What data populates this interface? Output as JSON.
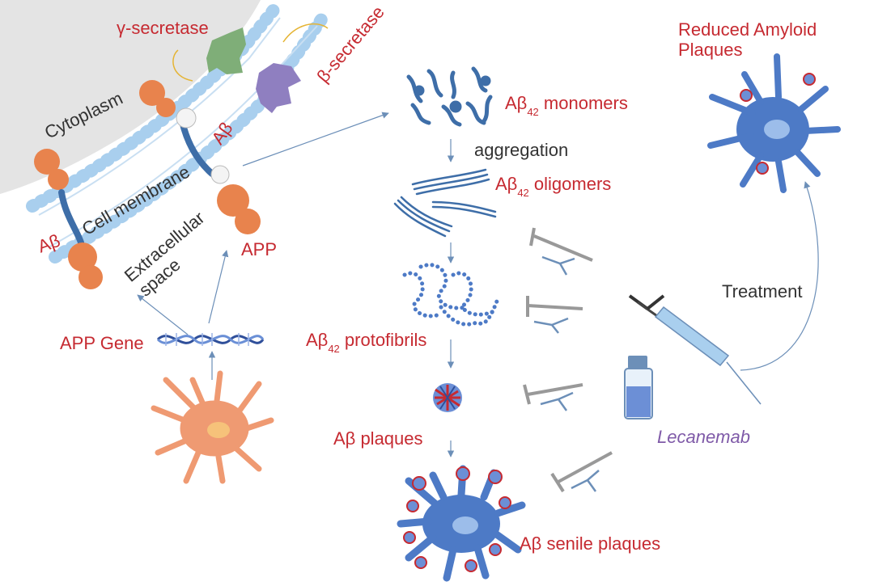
{
  "colors": {
    "red_label": "#c62a31",
    "dark_label": "#333333",
    "drug_label": "#7f5aa8",
    "membrane": "#a9cfee",
    "neuron_blue": "#4d7ac6",
    "neuron_orange": "#ef9a72",
    "app_protein": "#e8834d",
    "antibody_gray": "#999999",
    "arrow": "#6c8fb8"
  },
  "labels": {
    "gamma_secretase": "γ-secretase",
    "beta_secretase": "β-secretase",
    "cytoplasm": "Cytoplasm",
    "abeta_top": "Aβ",
    "abeta_left": "Aβ",
    "cell_membrane": "Cell membrane",
    "extracellular_1": "Extracellular",
    "extracellular_2": "space",
    "app": "APP",
    "app_gene": "APP Gene",
    "monomers_prefix": "Aβ",
    "monomers_sub": "42",
    "monomers_suffix": " monomers",
    "aggregation": "aggregation",
    "oligomers_prefix": "Aβ",
    "oligomers_sub": "42",
    "oligomers_suffix": " oligomers",
    "protofibrils_prefix": "Aβ",
    "protofibrils_sub": "42",
    "protofibrils_suffix": " protofibrils",
    "plaques": "Aβ plaques",
    "senile_plaques": "Aβ senile plaques",
    "reduced_1": "Reduced Amyloid",
    "reduced_2": "Plaques",
    "treatment": "Treatment",
    "lecanemab": "Lecanemab"
  }
}
